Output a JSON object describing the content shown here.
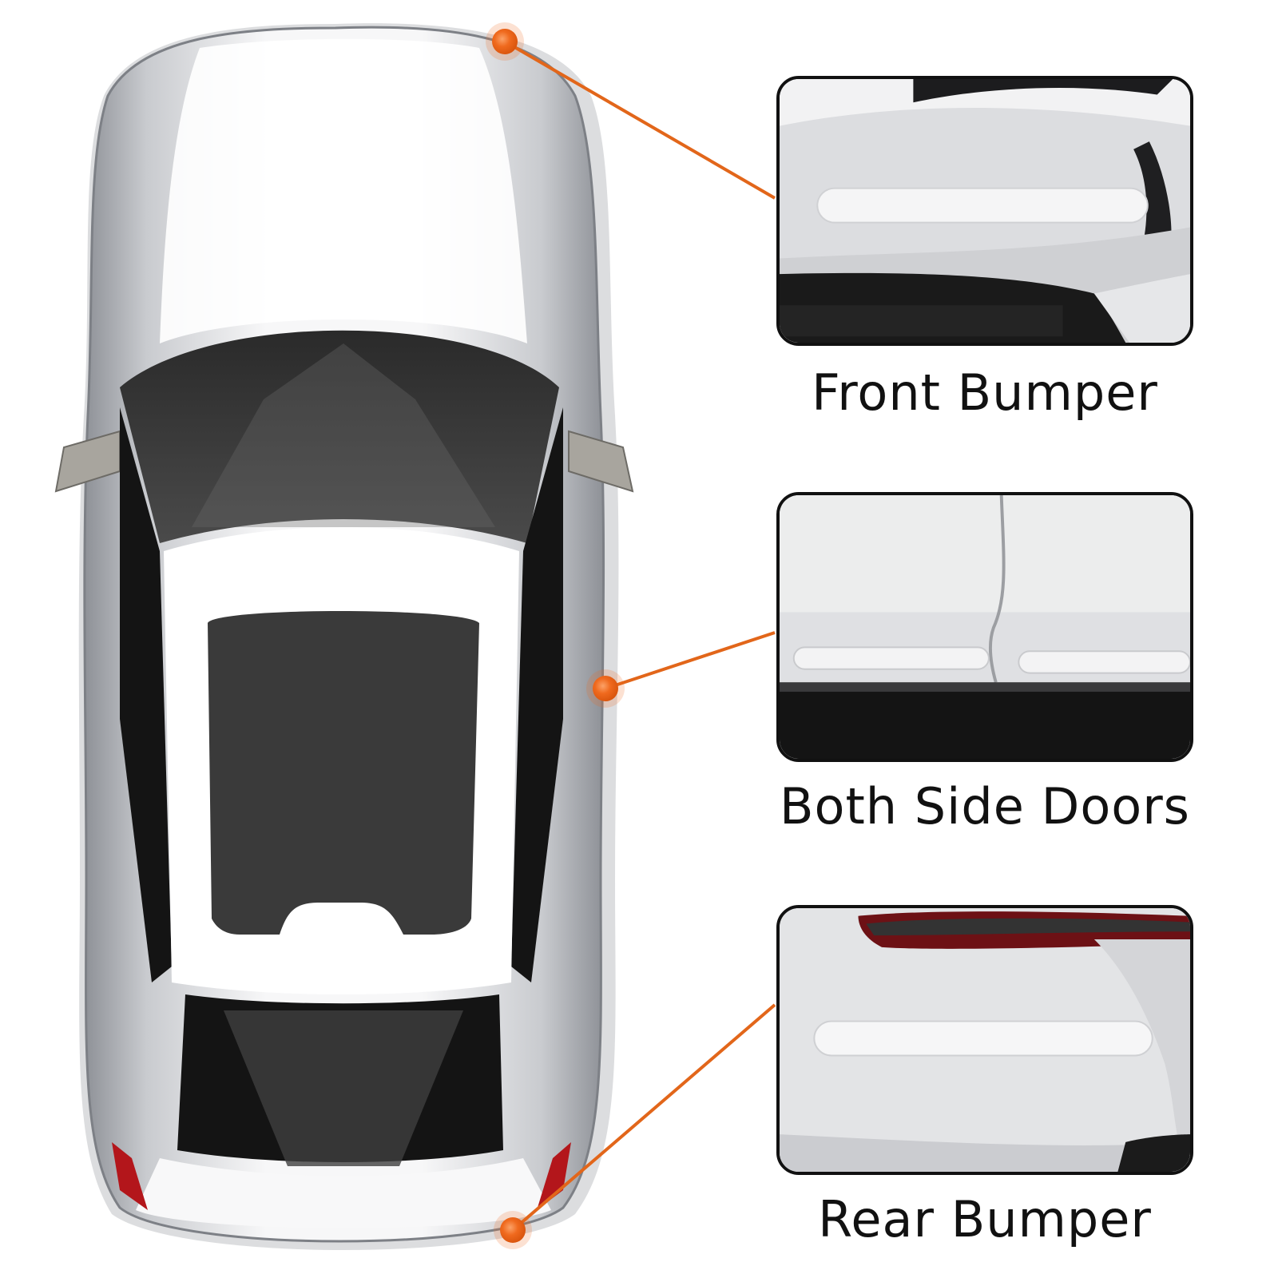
{
  "callouts": [
    {
      "label": "Front Bumper"
    },
    {
      "label": "Both Side Doors"
    },
    {
      "label": "Rear Bumper"
    }
  ],
  "colors": {
    "leader_line": "#e2661a",
    "marker": "#f06a1e",
    "caption_text": "#111111",
    "panel_border": "#111111",
    "car_body": "#f2f3f5",
    "car_shadow": "#9a9da3",
    "glass": "#2f2f2f"
  }
}
